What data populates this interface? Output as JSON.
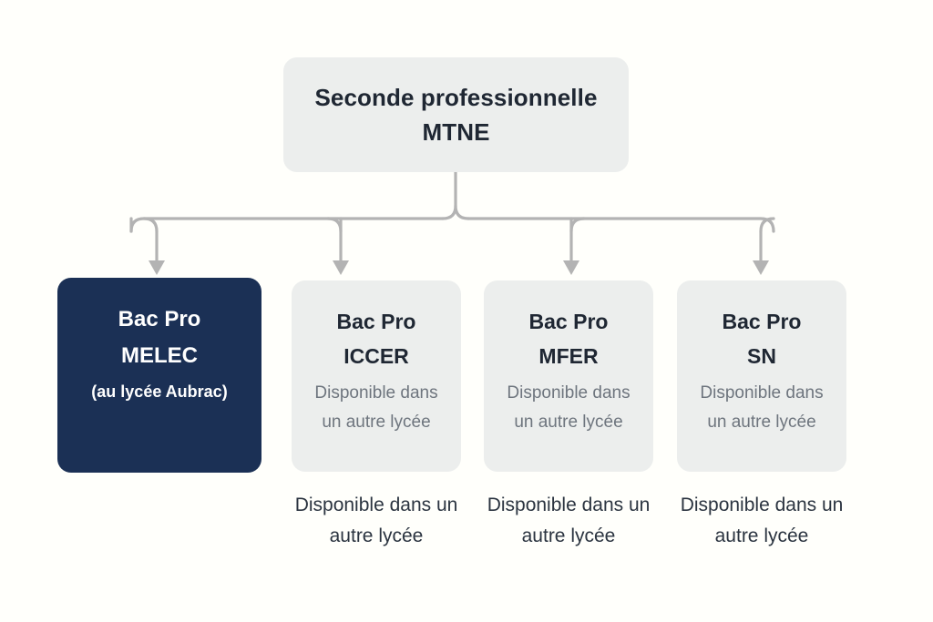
{
  "diagram": {
    "background_color": "#fffffb",
    "connector_color": "#b3b3b3",
    "root": {
      "line1": "Seconde professionnelle",
      "line2": "MTNE",
      "background_color": "#eceeed",
      "text_color": "#1f2733"
    },
    "children": [
      {
        "line1": "Bac Pro",
        "line2": "MELEC",
        "line3": "(au lycée Aubrac)",
        "subtitle": "",
        "caption": "",
        "highlighted": true,
        "background_color": "#1b3055",
        "text_color": "#ffffff"
      },
      {
        "line1": "Bac Pro",
        "line2": "ICCER",
        "line3": "",
        "subtitle": "Disponible dans un autre lycée",
        "caption": "Disponible dans un autre lycée",
        "highlighted": false,
        "background_color": "#eceeed",
        "text_color": "#1f2733"
      },
      {
        "line1": "Bac Pro",
        "line2": "MFER",
        "line3": "",
        "subtitle": "Disponible dans un autre lycée",
        "caption": "Disponible dans un autre lycée",
        "highlighted": false,
        "background_color": "#eceeed",
        "text_color": "#1f2733"
      },
      {
        "line1": "Bac Pro",
        "line2": "SN",
        "line3": "",
        "subtitle": "Disponible dans un autre lycée",
        "caption": "Disponible dans un autre lycée",
        "highlighted": false,
        "background_color": "#eceeed",
        "text_color": "#1f2733"
      }
    ]
  }
}
